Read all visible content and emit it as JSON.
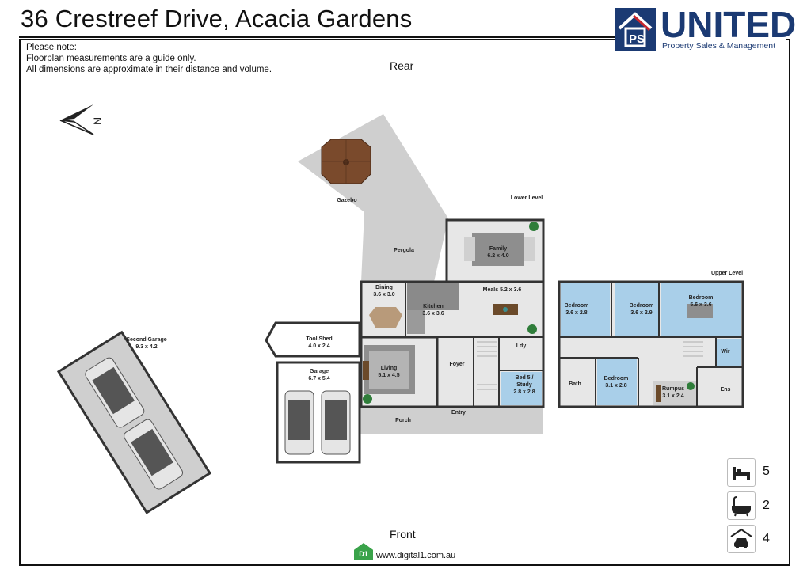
{
  "header": {
    "title": "36 Crestreef Drive, Acacia Gardens"
  },
  "brand": {
    "name": "UNITED",
    "tagline": "Property Sales & Management",
    "color": "#1b3a73"
  },
  "note": {
    "line1": "Please note:",
    "line2": "Floorplan measurements are a guide only.",
    "line3": "All dimensions are approximate in their distance and volume."
  },
  "orientation": {
    "rear": "Rear",
    "front": "Front",
    "north": "N"
  },
  "levels": {
    "lower": "Lower Level",
    "upper": "Upper Level"
  },
  "rooms": {
    "gazebo": "Gazebo",
    "pergola": "Pergola",
    "family": {
      "name": "Family",
      "size": "6.2 x 4.0"
    },
    "dining": {
      "name": "Dining",
      "size": "3.6 x 3.0"
    },
    "kitchen": {
      "name": "Kitchen",
      "size": "3.6 x 3.6"
    },
    "meals": {
      "name": "Meals 5.2 x 3.6"
    },
    "tool_shed": {
      "name": "Tool Shed",
      "size": "4.0 x 2.4"
    },
    "living": {
      "name": "Living",
      "size": "5.1 x 4.5"
    },
    "foyer": "Foyer",
    "ldy": "Ldy",
    "bed5": {
      "name": "Bed 5 /",
      "name2": "Study",
      "size": "2.8 x 2.8"
    },
    "garage": {
      "name": "Garage",
      "size": "6.7 x 5.4"
    },
    "second_garage": {
      "name": "Second Garage",
      "size": "9.3 x 4.2"
    },
    "porch": "Porch",
    "entry": "Entry",
    "bed_a": {
      "name": "Bedroom",
      "size": "3.6 x 2.8"
    },
    "bed_b": {
      "name": "Bedroom",
      "size": "3.6 x 2.9"
    },
    "bed_c": {
      "name": "Bedroom",
      "size": "5.6 x 3.6"
    },
    "wir": "Wir",
    "bath": "Bath",
    "bed_d": {
      "name": "Bedroom",
      "size": "3.1 x 2.8"
    },
    "rumpus": {
      "name": "Rumpus",
      "size": "3.1 x 2.4"
    },
    "ens": "Ens"
  },
  "stats": {
    "bedrooms": "5",
    "bathrooms": "2",
    "cars": "4",
    "icons": [
      "bed-icon",
      "bath-icon",
      "car-icon"
    ]
  },
  "footer": {
    "logo": "D1",
    "url": "www.digital1.com.au"
  },
  "colors": {
    "floor": "#e7e7e7",
    "blue_room": "#a9cfe9",
    "wall": "#333333",
    "outdoor": "#cfcfcf",
    "gazebo_roof": "#7a4a2c"
  }
}
